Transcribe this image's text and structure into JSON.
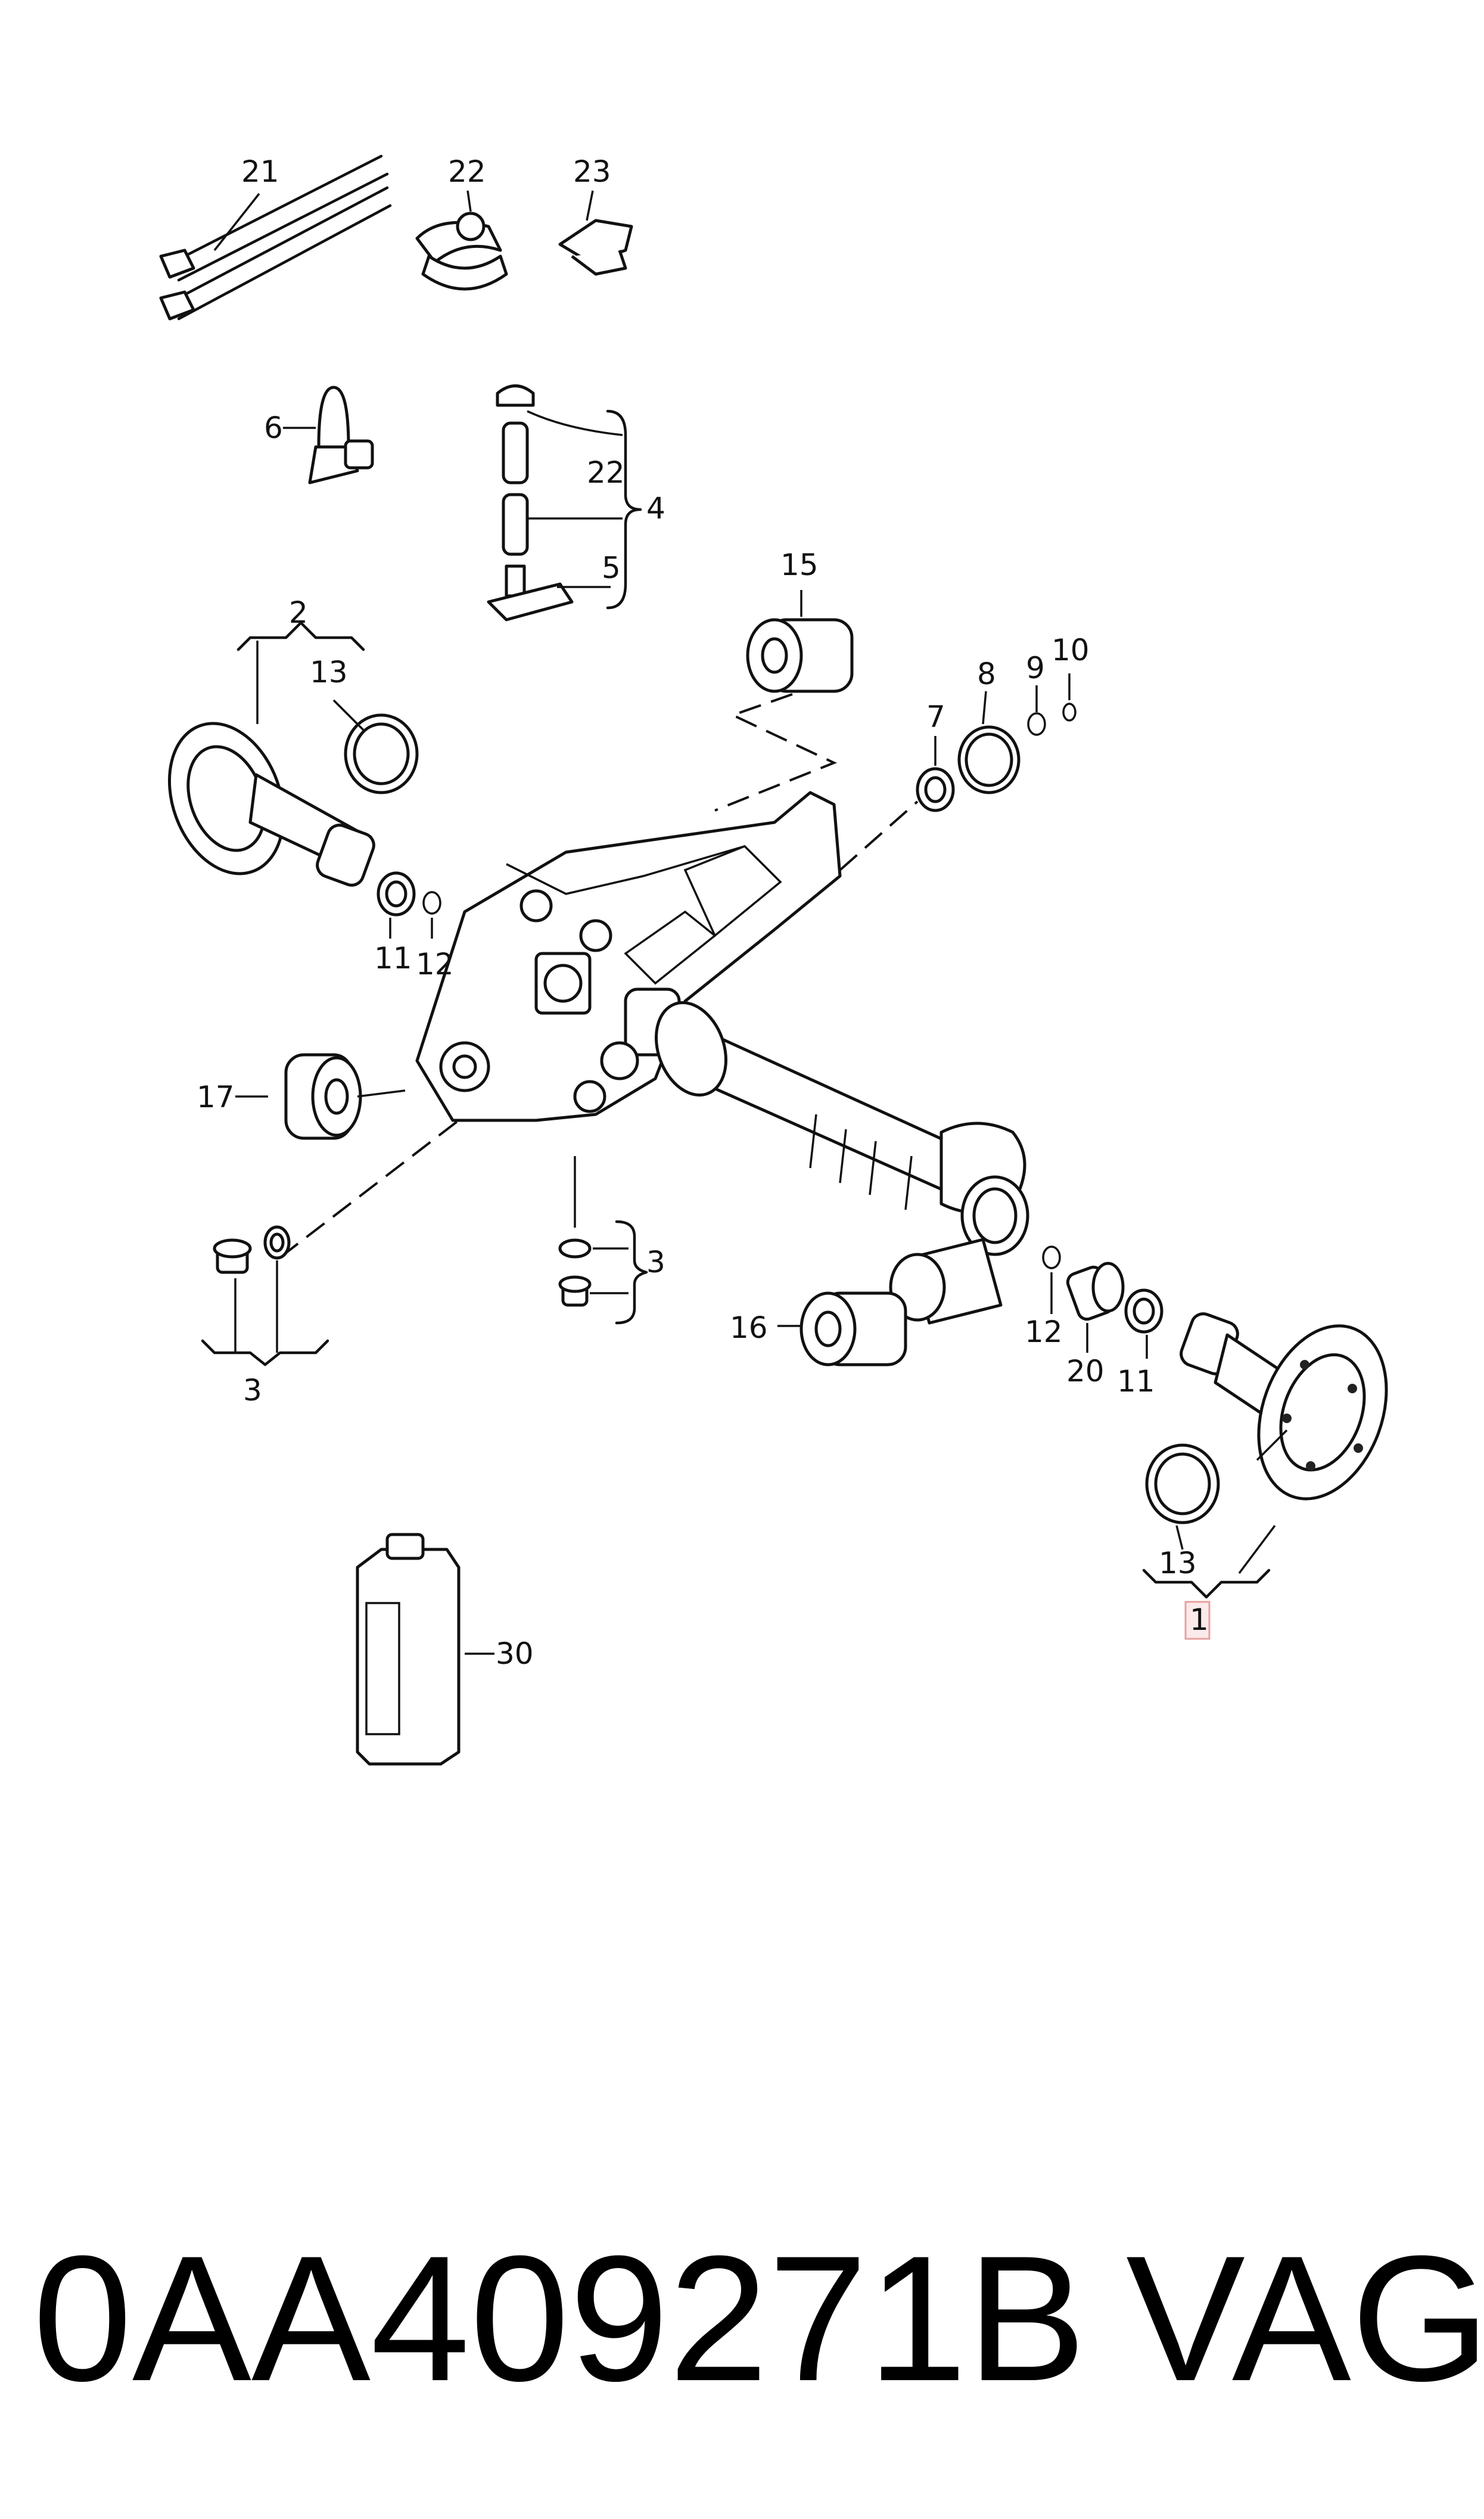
{
  "callouts": {
    "c21": "21",
    "c22a": "22",
    "c23": "23",
    "c6": "6",
    "c22b": "22",
    "c4": "4",
    "c5": "5",
    "c2": "2",
    "c13a": "13",
    "c15": "15",
    "c7": "7",
    "c8": "8",
    "c9": "9",
    "c10": "10",
    "c11a": "11",
    "c12a": "12",
    "c17": "17",
    "c3a": "3",
    "c3b": "3",
    "c16": "16",
    "c12b": "12",
    "c20": "20",
    "c11b": "11",
    "c13b": "13",
    "c1": "1",
    "c30": "30"
  },
  "highlight_color": "#e8a0a0",
  "footer": {
    "part_number": "0AA409271B",
    "brand": "VAG"
  }
}
